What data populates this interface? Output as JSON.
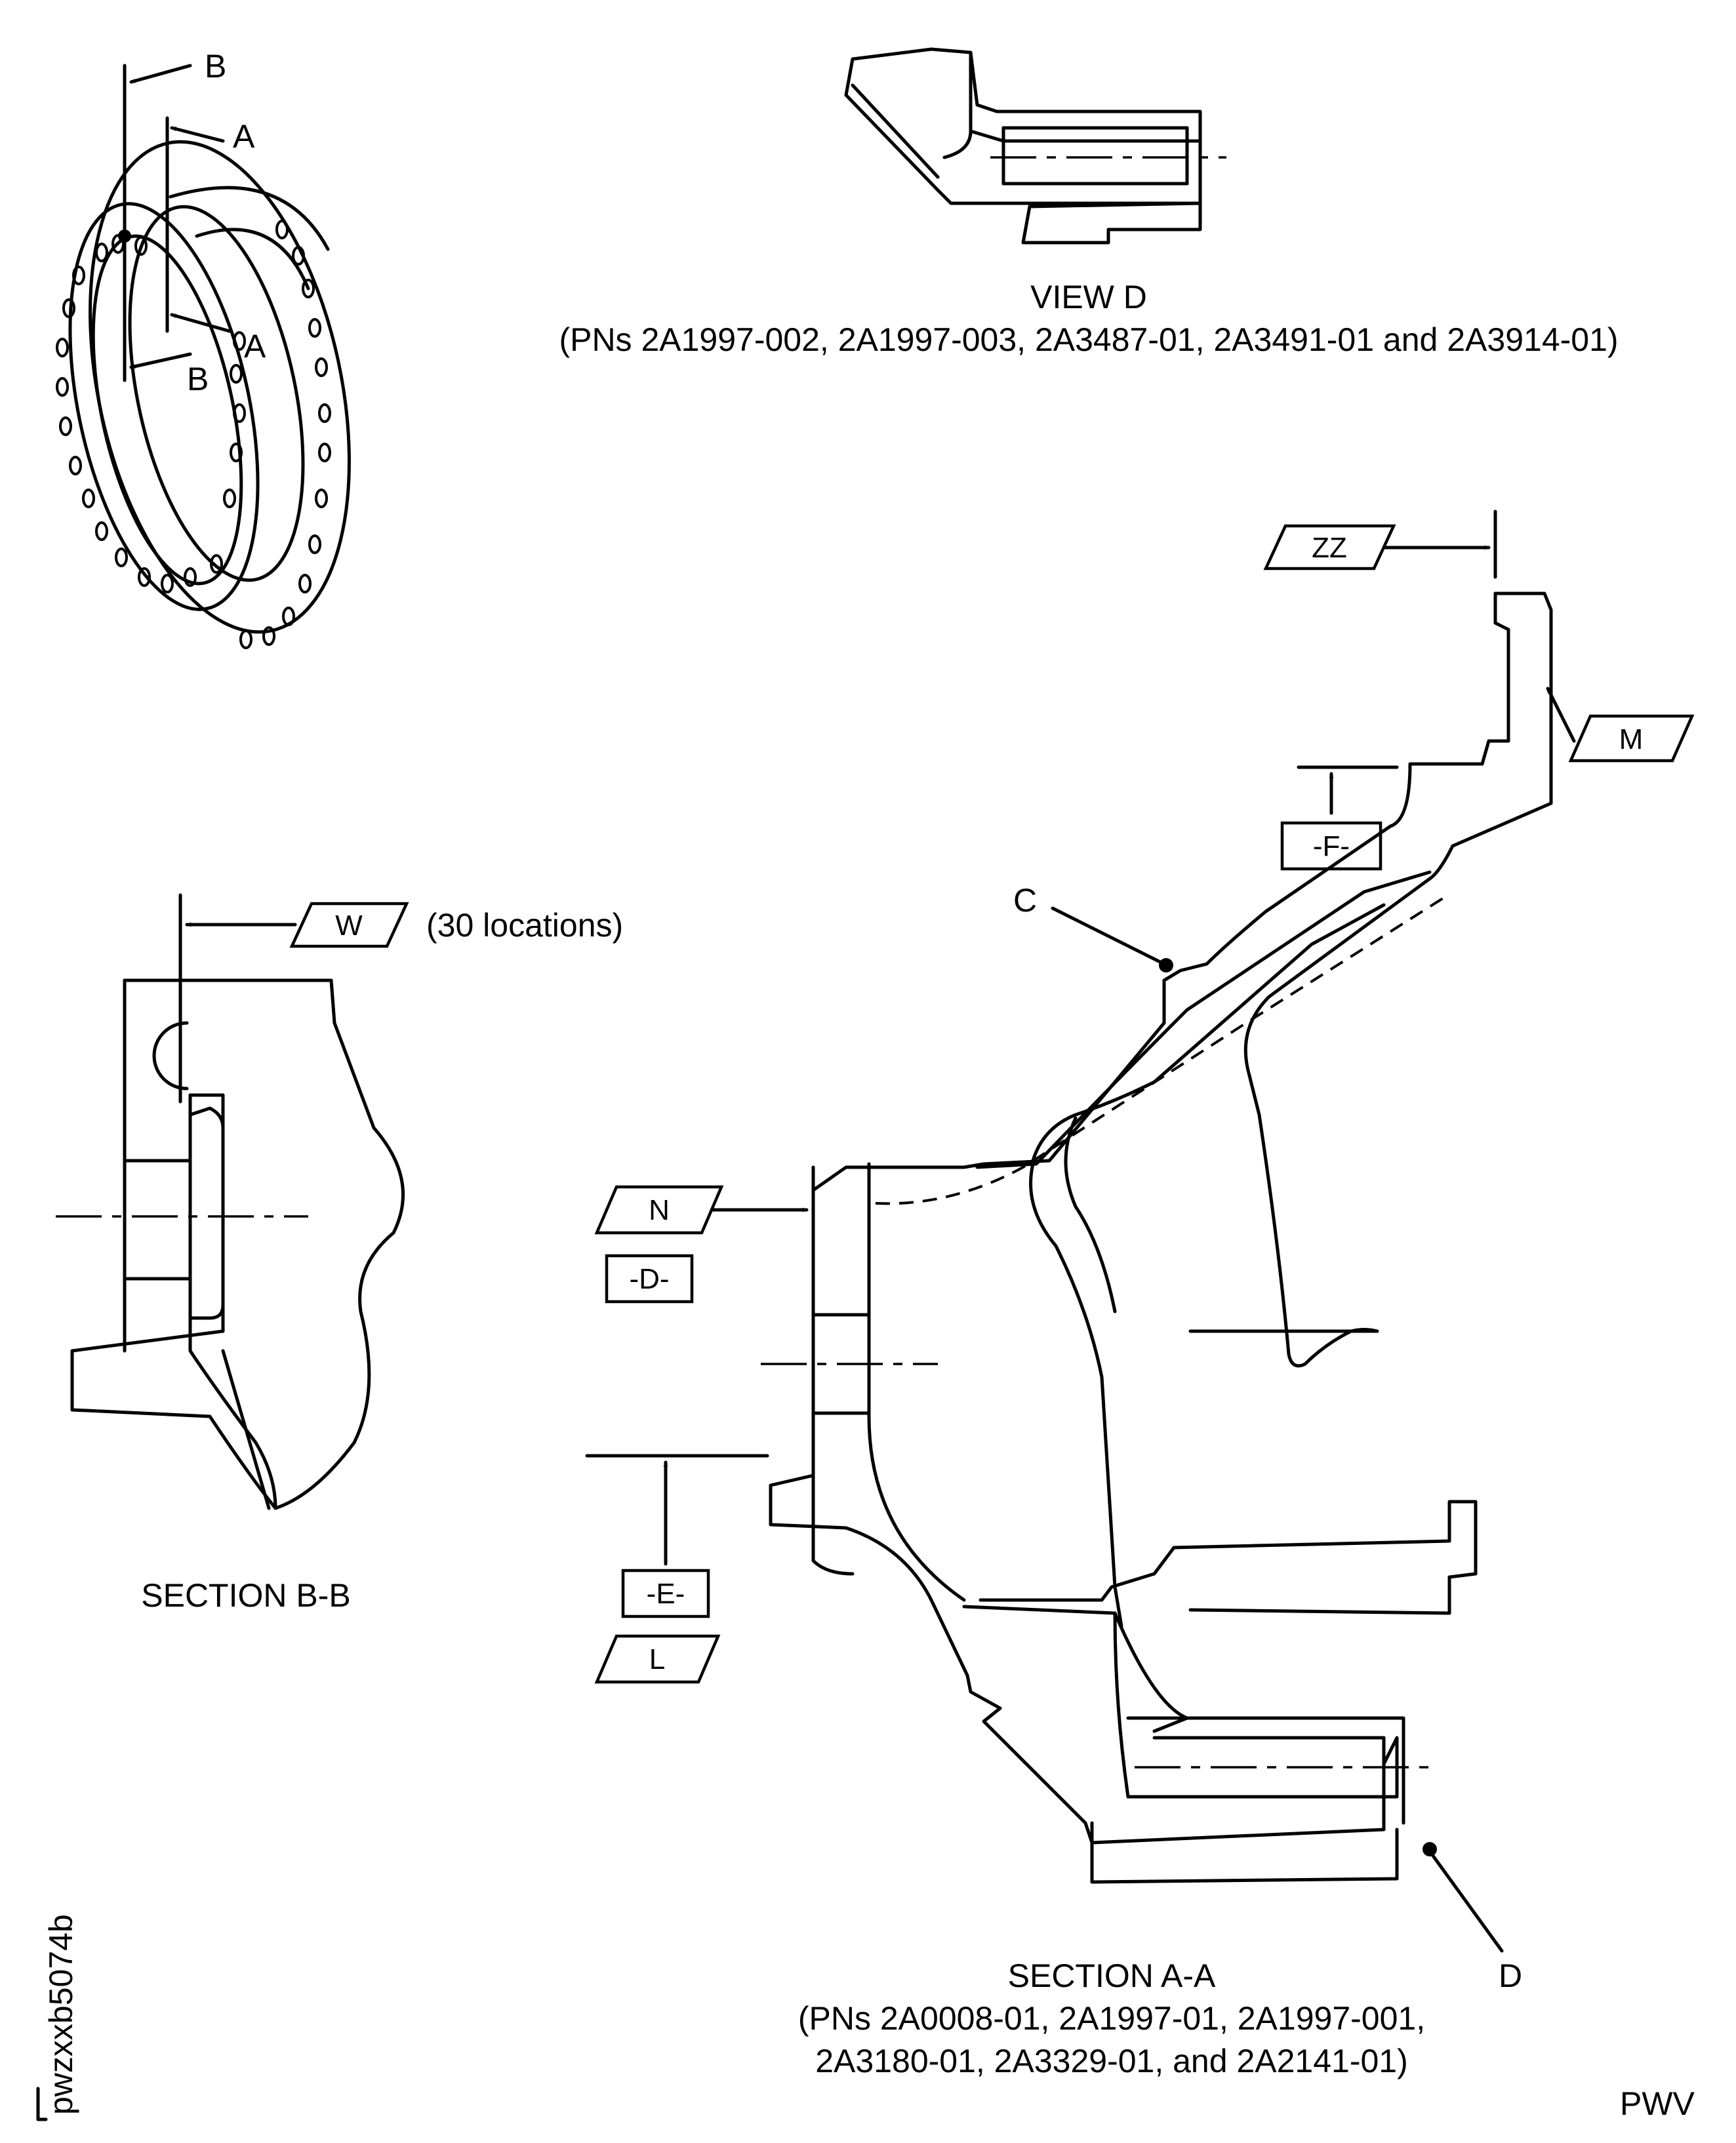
{
  "views": {
    "view_d": {
      "title": "VIEW D",
      "pns": "(PNs 2A1997-002, 2A1997-003, 2A3487-01, 2A3491-01 and 2A3914-01)"
    },
    "section_bb": {
      "title": "SECTION B-B",
      "note": "(30 locations)"
    },
    "section_aa": {
      "title": "SECTION A-A",
      "pns_line1": "(PNs 2A0008-01, 2A1997-01, 2A1997-001,",
      "pns_line2": "2A3180-01, 2A3329-01, and 2A2141-01)"
    }
  },
  "callouts": {
    "section_a": "A",
    "section_b": "B",
    "item_c": "C",
    "item_d": "D"
  },
  "surfaces": {
    "zz": "ZZ",
    "m": "M",
    "w": "W",
    "n": "N",
    "l": "L"
  },
  "datums": {
    "d": "-D-",
    "e": "-E-",
    "f": "-F-"
  },
  "footer": {
    "figure_id": "pwzxxb5074b",
    "engine_code": "PWV"
  }
}
